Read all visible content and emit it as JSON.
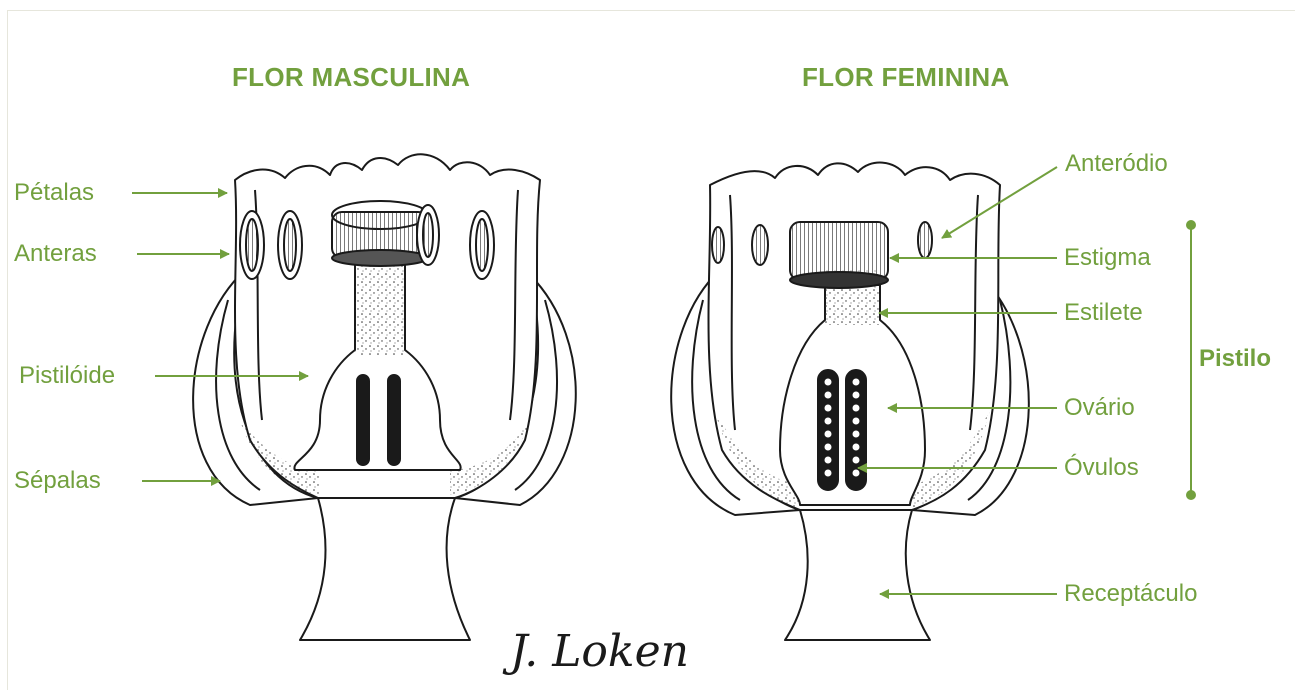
{
  "colors": {
    "label_green": "#72a03e",
    "ink": "#1a1a1a",
    "frame": "#e6e6dc"
  },
  "titles": {
    "male": "FLOR MASCULINA",
    "female": "FLOR FEMININA"
  },
  "labels": {
    "petalas": "Pétalas",
    "anteras": "Anteras",
    "pistiloide": "Pistilóide",
    "sepalas": "Sépalas",
    "anterodio": "Anteródio",
    "estigma": "Estigma",
    "estilete": "Estilete",
    "pistilo": "Pistilo",
    "ovario": "Ovário",
    "ovulos": "Óvulos",
    "receptaculo": "Receptáculo"
  },
  "signature": "J. Loken"
}
